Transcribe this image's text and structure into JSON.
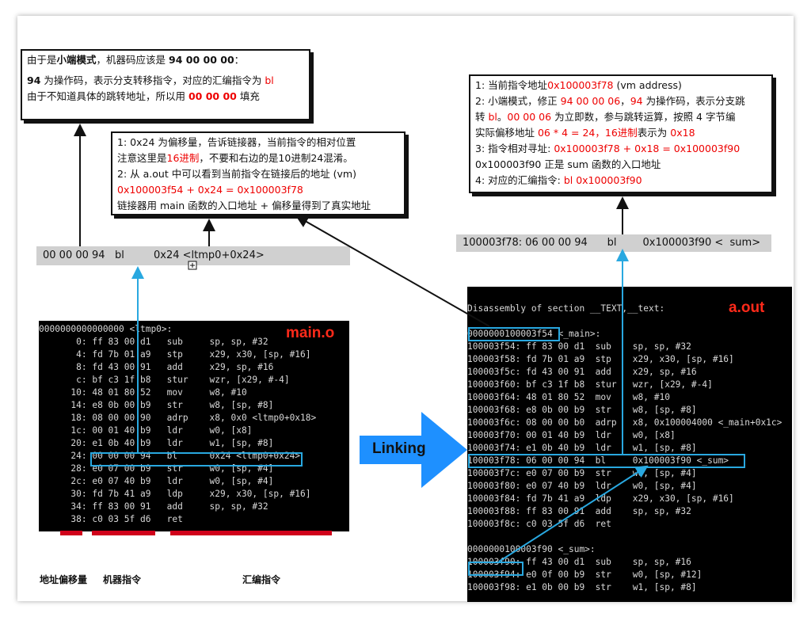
{
  "note_little_endian": {
    "line1_a": "由于是",
    "line1_b": "小端模式",
    "line1_c": "，机器码应该是 ",
    "line1_d": "94 00 00 00",
    "line1_e": "：",
    "line2_a": "94",
    "line2_b": " 为操作码，表示分支转移指令，对应的汇编指令为 ",
    "line2_c": "bl",
    "line3_a": "由于不知道具体的跳转地址，所以用 ",
    "line3_b": "00 00 00",
    "line3_c": " 填充"
  },
  "note_offset": {
    "line1": "1: 0x24 为偏移量，告诉链接器，当前指令的相对位置",
    "line2_a": "注意这里是",
    "line2_b": "16进制",
    "line2_c": "，不要和右边的是10进制24混淆。",
    "line3": "2: 从 a.out 中可以看到当前指令在链接后的地址 (vm)",
    "line4": "0x100003f54 + 0x24  = 0x100003f78",
    "line5": "链接器用 main 函数的入口地址 + 偏移量得到了真实地址"
  },
  "note_resolve": {
    "line1_a": "1: 当前指令地址",
    "line1_b": "0x100003f78",
    "line1_c": " (vm address)",
    "line2_a": "2: 小端模式，修正 ",
    "line2_b": "94 00 00 06",
    "line2_c": "，",
    "line2_d": "94",
    "line2_e": " 为操作码，表示分支跳",
    "line3_a": "转 ",
    "line3_b": "bl",
    "line3_c": "。",
    "line3_d": "00 00 06",
    "line3_e": " 为立即数，参与跳转运算，按照 4 字节编",
    "line4_a": "实际偏移地址 ",
    "line4_b": "06 * 4 = 24，16进制",
    "line4_c": "表示为 ",
    "line4_d": "0x18",
    "line5_a": "3: 指令相对寻址: ",
    "line5_b": "0x100003f78 + 0x18 =  0x100003f90",
    "line6": "   0x100003f90 正是 sum 函数的入口地址",
    "line7_a": "4: 对应的汇编指令: ",
    "line7_b": "bl 0x100003f90"
  },
  "bar_left": "00 00 00 94   bl         0x24 <ltmp0+0x24>",
  "bar_right": "100003f78: 06 00 00 94      bl        0x100003f90 <  sum>",
  "main_o": {
    "title": "main.o",
    "lines": [
      "0000000000000000 <ltmp0>:",
      "       0: ff 83 00 d1   sub     sp, sp, #32",
      "       4: fd 7b 01 a9   stp     x29, x30, [sp, #16]",
      "       8: fd 43 00 91   add     x29, sp, #16",
      "       c: bf c3 1f b8   stur    wzr, [x29, #-4]",
      "      10: 48 01 80 52   mov     w8, #10",
      "      14: e8 0b 00 b9   str     w8, [sp, #8]",
      "      18: 08 00 00 90   adrp    x8, 0x0 <ltmp0+0x18>",
      "      1c: 00 01 40 b9   ldr     w0, [x8]",
      "      20: e1 0b 40 b9   ldr     w1, [sp, #8]",
      "      24: 00 00 00 94   bl      0x24 <ltmp0+0x24>",
      "      28: e0 07 00 b9   str     w0, [sp, #4]",
      "      2c: e0 07 40 b9   ldr     w0, [sp, #4]",
      "      30: fd 7b 41 a9   ldp     x29, x30, [sp, #16]",
      "      34: ff 83 00 91   add     sp, sp, #32",
      "      38: c0 03 5f d6   ret"
    ]
  },
  "a_out": {
    "title": "a.out",
    "lines": [
      "Disassembly of section __TEXT,__text:",
      "",
      "0000000100003f54 <_main>:",
      "100003f54: ff 83 00 d1  sub    sp, sp, #32",
      "100003f58: fd 7b 01 a9  stp    x29, x30, [sp, #16]",
      "100003f5c: fd 43 00 91  add    x29, sp, #16",
      "100003f60: bf c3 1f b8  stur   wzr, [x29, #-4]",
      "100003f64: 48 01 80 52  mov    w8, #10",
      "100003f68: e8 0b 00 b9  str    w8, [sp, #8]",
      "100003f6c: 08 00 00 b0  adrp   x8, 0x100004000 <_main+0x1c>",
      "100003f70: 00 01 40 b9  ldr    w0, [x8]",
      "100003f74: e1 0b 40 b9  ldr    w1, [sp, #8]",
      "100003f78: 06 00 00 94  bl     0x100003f90 <_sum>",
      "100003f7c: e0 07 00 b9  str    w0, [sp, #4]",
      "100003f80: e0 07 40 b9  ldr    w0, [sp, #4]",
      "100003f84: fd 7b 41 a9  ldp    x29, x30, [sp, #16]",
      "100003f88: ff 83 00 91  add    sp, sp, #32",
      "100003f8c: c0 03 5f d6  ret",
      "",
      "0000000100003f90 <_sum>:",
      "100003f90: ff 43 00 d1  sub    sp, sp, #16",
      "100003f94: e0 0f 00 b9  str    w0, [sp, #12]",
      "100003f98: e1 0b 00 b9  str    w1, [sp, #8]"
    ]
  },
  "linking_label": "Linking",
  "labels": {
    "offset": "地址偏移量",
    "machine": "机器指令",
    "asm": "汇编指令"
  },
  "colors": {
    "highlight": "#29a8e0",
    "red": "#e00000",
    "arrow_blue": "#1e90ff"
  }
}
